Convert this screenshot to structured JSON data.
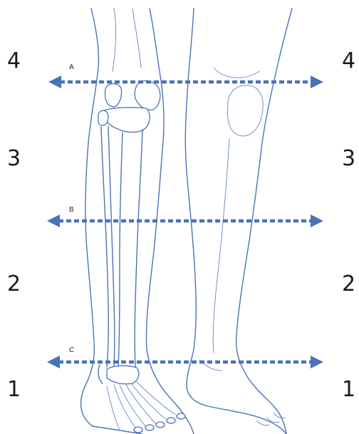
{
  "zones": {
    "left": [
      "4",
      "3",
      "2",
      "1"
    ],
    "right": [
      "4",
      "3",
      "2",
      "1"
    ]
  },
  "lines": [
    {
      "label": "A"
    },
    {
      "label": "B"
    },
    {
      "label": "C"
    }
  ],
  "colors": {
    "line": "#4a72b8",
    "text": "#1a1a1a"
  }
}
